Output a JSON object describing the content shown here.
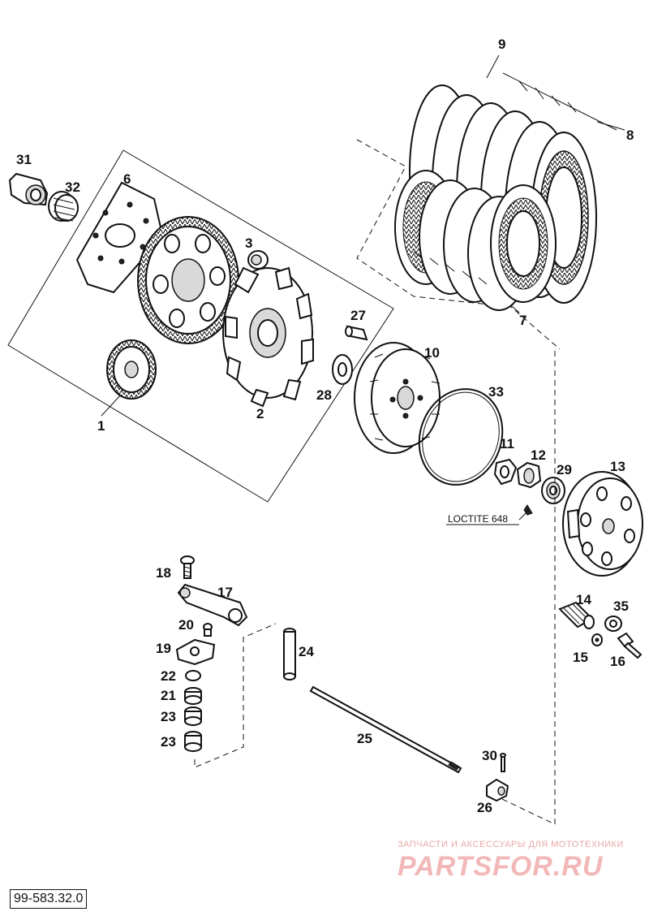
{
  "diagram": {
    "callouts": {
      "p1": "1",
      "p2": "2",
      "p3": "3",
      "p6": "6",
      "p7": "7",
      "p8": "8",
      "p9": "9",
      "p10": "10",
      "p11": "11",
      "p12": "12",
      "p13": "13",
      "p14": "14",
      "p15": "15",
      "p16": "16",
      "p17": "17",
      "p18": "18",
      "p19": "19",
      "p20": "20",
      "p21": "21",
      "p22": "22",
      "p23a": "23",
      "p23b": "23",
      "p24": "24",
      "p25": "25",
      "p26": "26",
      "p27": "27",
      "p28": "28",
      "p29": "29",
      "p30": "30",
      "p31": "31",
      "p32": "32",
      "p33": "33",
      "p35": "35"
    },
    "note": "LOCTITE 648",
    "doc_id": "99-583.32.0"
  },
  "watermark": {
    "tagline": "ЗАПЧАСТИ И АКСЕССУАРЫ ДЛЯ МОТОТЕХНИКИ",
    "logo": "PARTSFOR.RU",
    "color": "#f2b8b8"
  }
}
